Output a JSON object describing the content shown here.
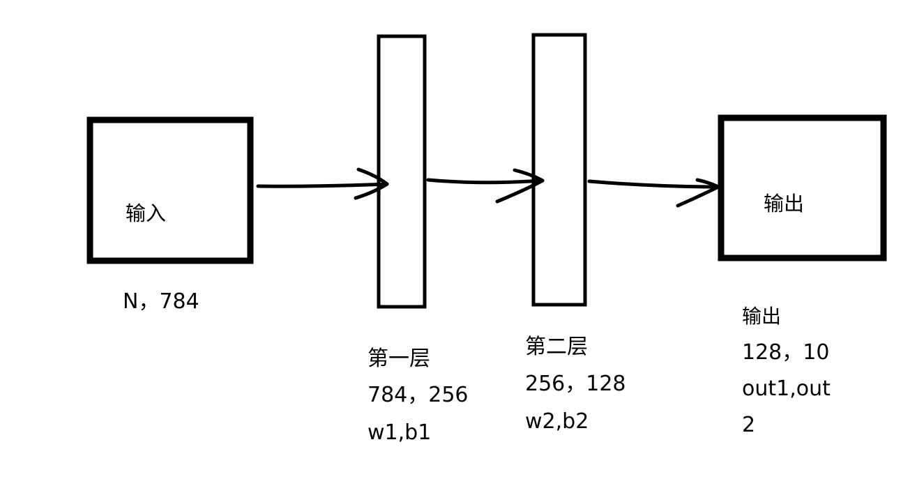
{
  "input_box": {
    "label": "输入",
    "info": "N，784"
  },
  "layer1": {
    "title": "第一层",
    "shape": "784，256",
    "params": "w1,b1"
  },
  "layer2": {
    "title": "第二层",
    "shape": "256，128",
    "params": "w2,b2"
  },
  "output_box": {
    "label": "输出",
    "title": "输出",
    "shape": "128，10",
    "params_line1": "out1,out",
    "params_line2": "2"
  },
  "colors": {
    "stroke": "#000000",
    "background": "#ffffff"
  }
}
